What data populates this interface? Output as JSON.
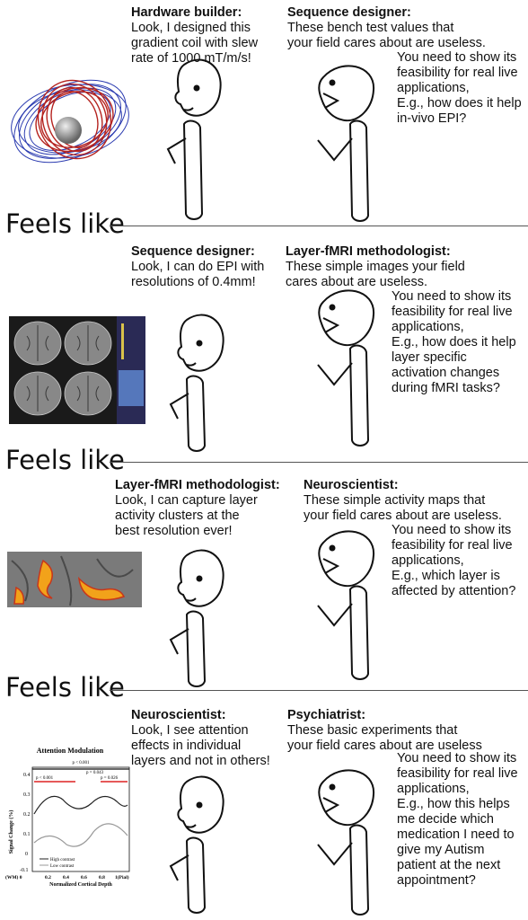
{
  "panels": [
    {
      "left_name": "Hardware builder:",
      "left_text": "Look, I designed this\ngradient coil with slew\nrate of 1000 mT/m/s!",
      "right_name": "Sequence designer:",
      "right_text": "These bench test values that\nyour field cares about are useless.",
      "right_reply": "You need to show its\nfeasibility for real live\napplications,\nE.g., how does it help\nin-vivo EPI?"
    },
    {
      "left_name": "Sequence designer:",
      "left_text": "Look, I can do EPI with\nresolutions of 0.4mm!",
      "right_name": "Layer-fMRI methodologist:",
      "right_text": "These simple images your field\ncares about are useless.",
      "right_reply": "You need to show its\nfeasibility for real live\napplications,\nE.g., how does it help\nlayer specific\nactivation changes\nduring fMRI tasks?"
    },
    {
      "left_name": "Layer-fMRI methodologist:",
      "left_text": "Look, I can capture layer\nactivity clusters at the\nbest resolution ever!",
      "right_name": "Neuroscientist:",
      "right_text": "These simple activity maps that\nyour field cares about are useless.",
      "right_reply": "You need to show its\nfeasibility for real live\napplications,\nE.g., which layer is\naffected by attention?"
    },
    {
      "left_name": "Neuroscientist:",
      "left_text": "Look, I see attention\neffects in individual\nlayers and not in others!",
      "right_name": "Psychiatrist:",
      "right_text": "These basic experiments that\nyour field cares about are useless",
      "right_reply": "You need to show its\nfeasibility for real live\napplications,\nE.g., how this helps\nme decide which\nmedication I need to\ngive my Autism\npatient at the next\nappointment?"
    }
  ],
  "feels_like": "Feels like",
  "mini_chart": {
    "title": "Attention Modulation",
    "ylabel": "Signal Change (%)",
    "xlabel": "Normalized Cortical Depth",
    "yticks": [
      "0.4",
      "0.3",
      "0.2",
      "0.1",
      "0",
      "-0.1"
    ],
    "xticks": [
      "(WM) 0",
      "0.2",
      "0.4",
      "0.6",
      "0.8",
      "1(Pial)"
    ],
    "legend_high": "High contrast",
    "legend_low": "Low contrast",
    "p1": "p < 0.001",
    "p2": "p = 0.043",
    "p3": "p < 0.001",
    "p4": "p = 0.026"
  },
  "colors": {
    "rule": "#555555",
    "coil_red": "#b5231f",
    "coil_blue": "#2b3bb0",
    "activation": "#f2a21a"
  }
}
